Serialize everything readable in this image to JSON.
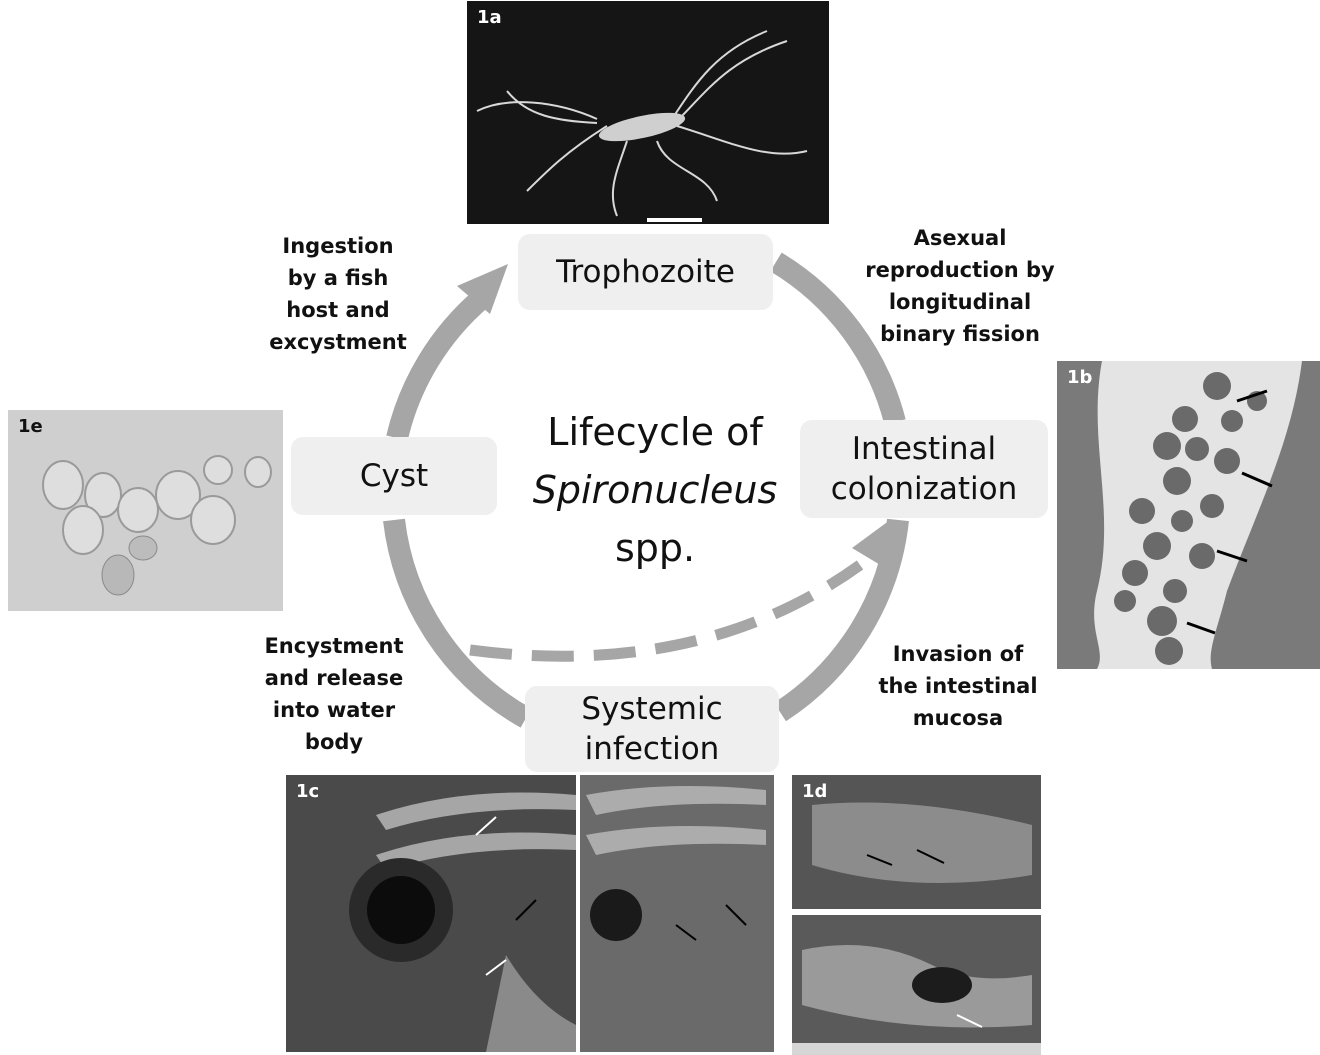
{
  "title": {
    "line1": "Lifecycle of",
    "line2": "Spironucleus",
    "line3": "spp."
  },
  "stages": {
    "trophozoite": "Trophozoite",
    "intestinal_line1": "Intestinal",
    "intestinal_line2": "colonization",
    "systemic_line1": "Systemic",
    "systemic_line2": "infection",
    "cyst": "Cyst"
  },
  "transitions": {
    "ingestion": [
      "Ingestion",
      "by a fish",
      "host and",
      "excystment"
    ],
    "asexual": [
      "Asexual",
      "reproduction by",
      "longitudinal",
      "binary fission"
    ],
    "invasion": [
      "Invasion of",
      "the intestinal",
      "mucosa"
    ],
    "encystment": [
      "Encystment",
      "and release",
      "into water",
      "body"
    ]
  },
  "panels": {
    "a": "1a",
    "b": "1b",
    "c": "1c",
    "d": "1d",
    "e": "1e"
  },
  "colors": {
    "cycle_arrow": "#a6a6a6",
    "stage_box": "#efefef"
  }
}
